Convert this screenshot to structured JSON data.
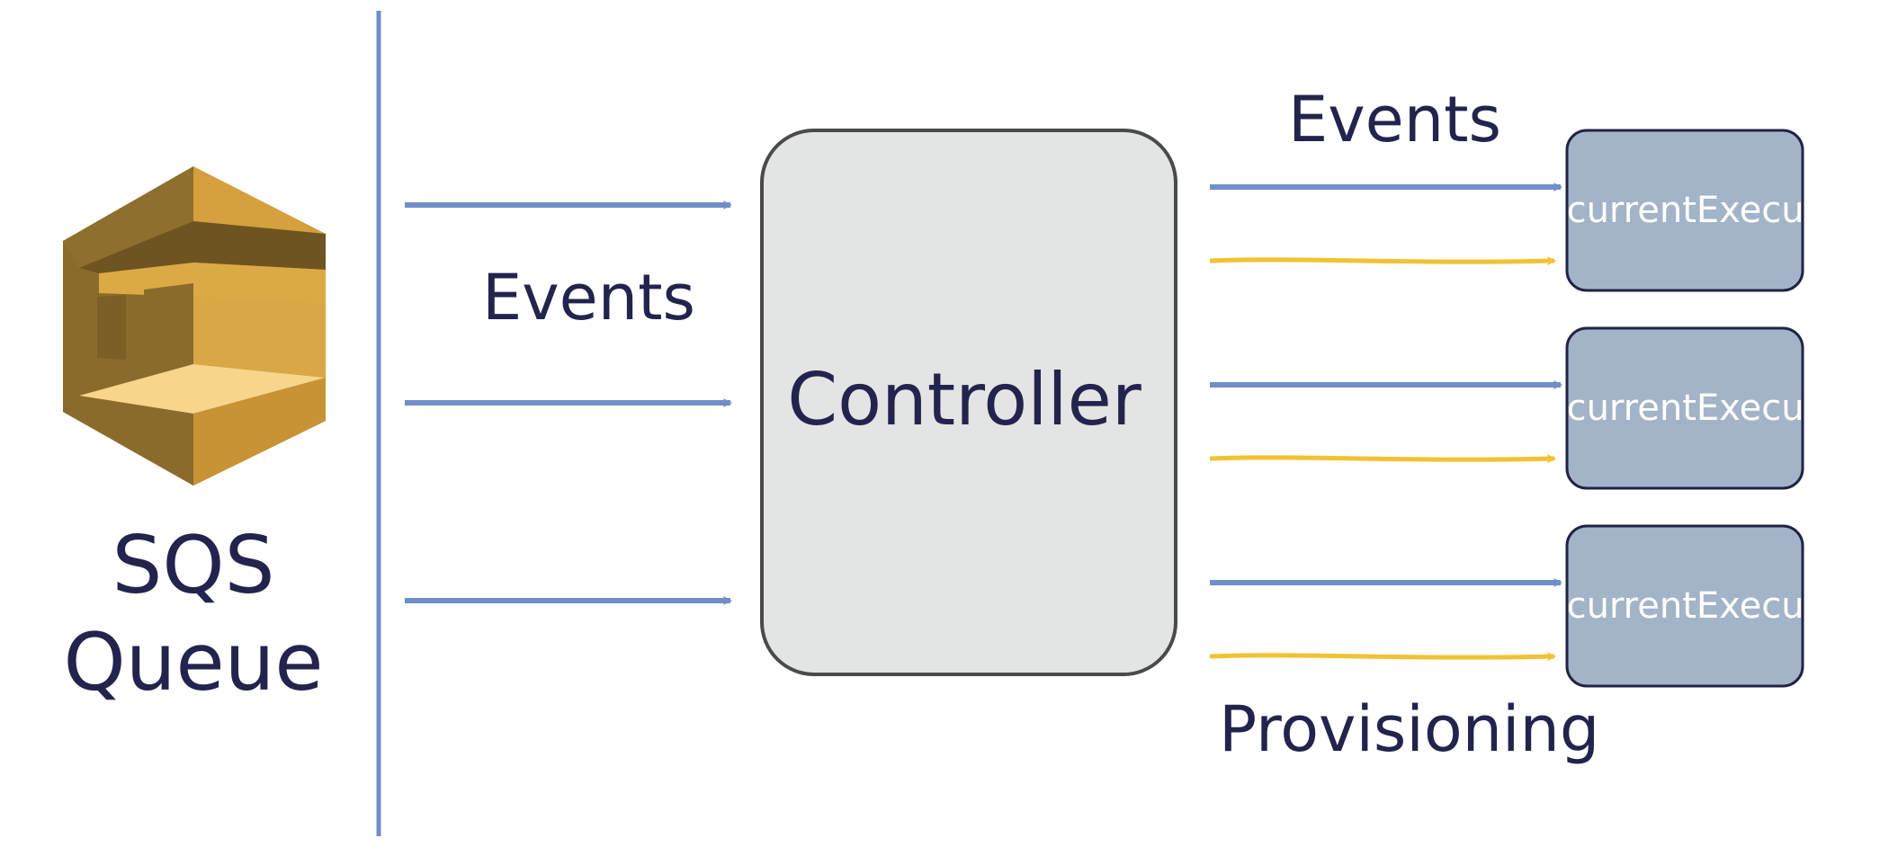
{
  "sqs": {
    "label_line1": "SQS",
    "label_line2": "Queue",
    "icon": "aws-sqs-icon"
  },
  "labels": {
    "events_incoming": "Events",
    "events_outgoing": "Events",
    "provisioning": "Provisioning"
  },
  "controller": {
    "label": "Controller"
  },
  "executions": [
    {
      "line1": "Concurrent",
      "line2": "Execution"
    },
    {
      "line1": "Concurrent",
      "line2": "Execution"
    },
    {
      "line1": "Concurrent",
      "line2": "Execution"
    }
  ],
  "colors": {
    "events_arrow": "#6f8fc9",
    "provisioning_arrow": "#f2c232",
    "controller_fill": "#e3e4e4",
    "execution_fill": "#a3b4c8",
    "text": "#22244e",
    "sqs_gold": "#d7a43d"
  }
}
